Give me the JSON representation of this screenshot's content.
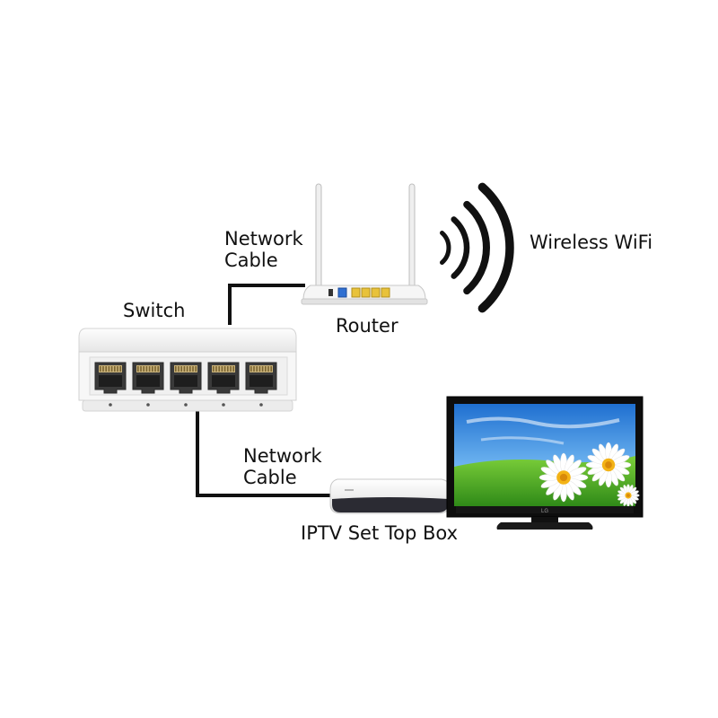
{
  "labels": {
    "cable_top": [
      "Network",
      "Cable"
    ],
    "cable_bottom": [
      "Network",
      "Cable"
    ],
    "switch": "Switch",
    "router": "Router",
    "wifi": "Wireless WiFi",
    "stb": "IPTV Set Top Box",
    "tv_brand": "LG"
  },
  "colors": {
    "cable": "#111111",
    "device_white": "#f4f4f4",
    "router_port": "#e8c23a",
    "router_wan": "#2f6fd1",
    "sky": "#3d8fe0",
    "grass": "#4fb52a"
  },
  "switch_port_count": 5,
  "router_lan_port_count": 4,
  "wifi_arc_count": 4
}
